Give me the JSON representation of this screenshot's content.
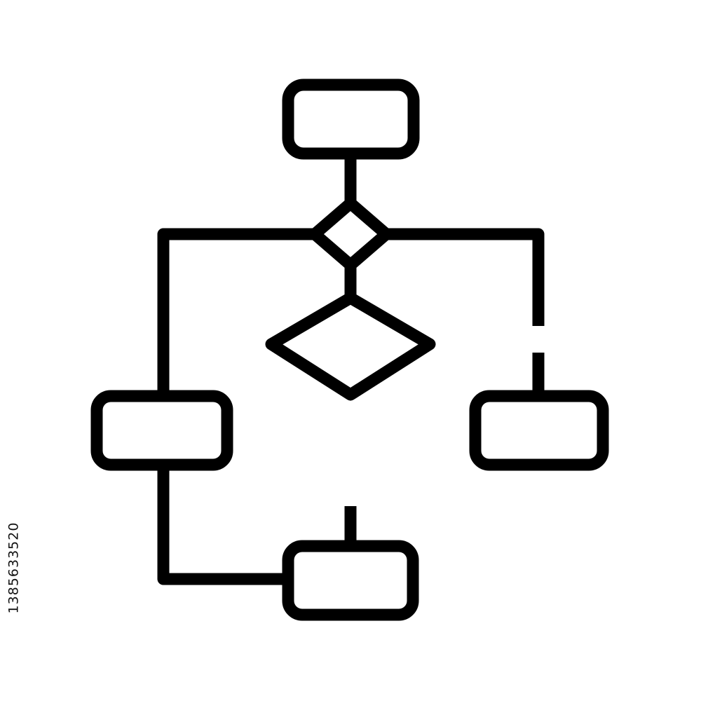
{
  "diagram": {
    "kind": "flowchart-line-icon",
    "stroke_color": "#000000",
    "background_color": "#ffffff",
    "nodes": [
      {
        "id": "top-box",
        "shape": "rounded-rectangle",
        "label": ""
      },
      {
        "id": "small-decision",
        "shape": "diamond",
        "label": ""
      },
      {
        "id": "large-decision",
        "shape": "diamond",
        "label": ""
      },
      {
        "id": "left-box",
        "shape": "rounded-rectangle",
        "label": ""
      },
      {
        "id": "right-box",
        "shape": "rounded-rectangle",
        "label": ""
      },
      {
        "id": "bottom-box",
        "shape": "rounded-rectangle",
        "label": ""
      }
    ],
    "connectors": [
      {
        "from": "top-box",
        "to": "small-decision"
      },
      {
        "from": "small-decision",
        "to": "large-decision"
      },
      {
        "from": "small-decision",
        "to": "left-box"
      },
      {
        "from": "small-decision",
        "to": "right-box",
        "style": "broken"
      },
      {
        "from": "left-box",
        "to": "bottom-box"
      }
    ]
  },
  "watermark": {
    "id_text": "1385633520"
  }
}
